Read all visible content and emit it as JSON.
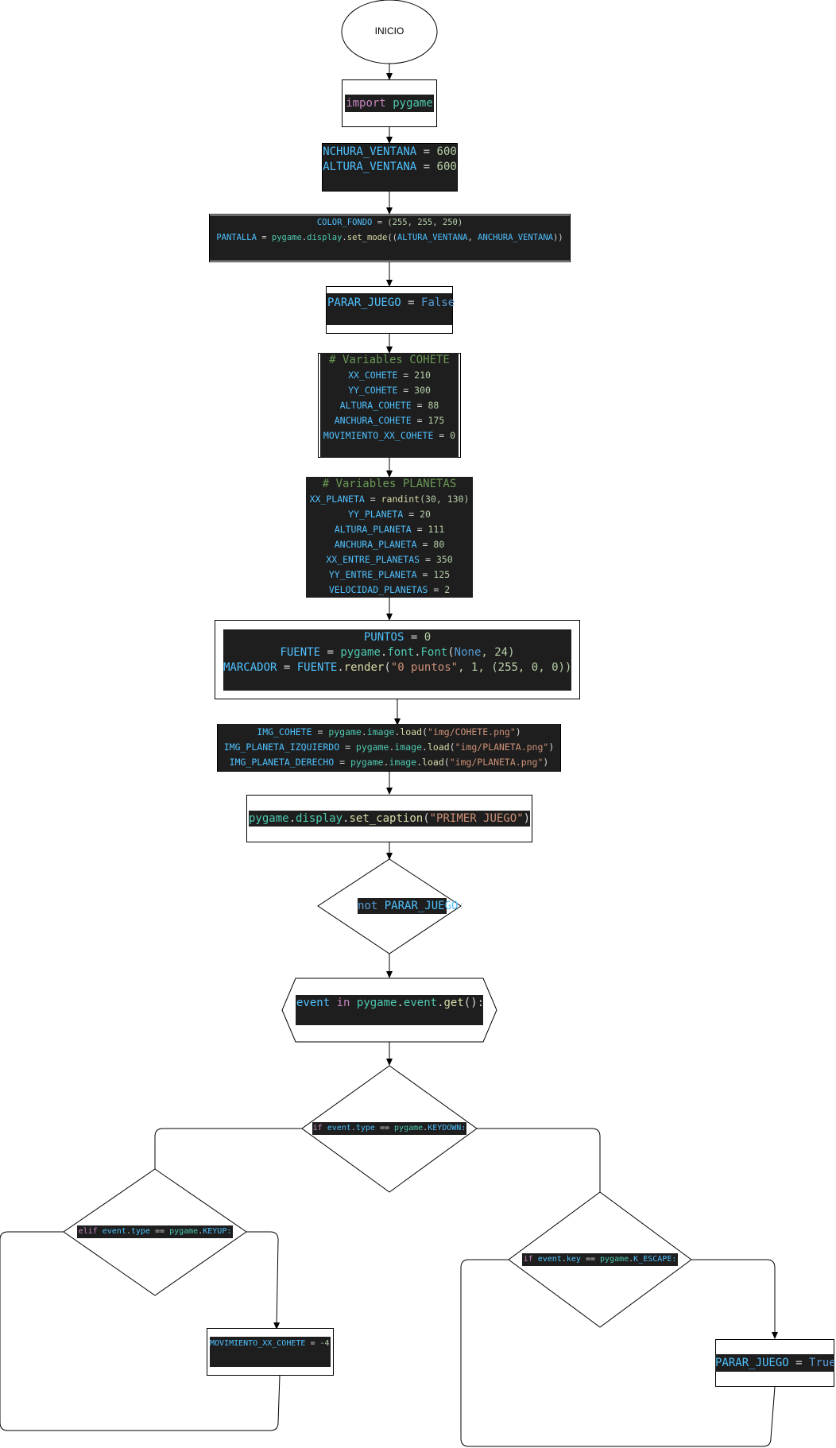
{
  "diagram": {
    "start": "INICIO",
    "import": {
      "keyword": "import",
      "module": "pygame"
    },
    "window": [
      {
        "var": "NCHURA_VENTANA",
        "op": "=",
        "val": "600"
      },
      {
        "var": "ALTURA_VENTANA",
        "op": "=",
        "val": "600"
      }
    ],
    "screen": {
      "l1_var": "COLOR_FONDO",
      "l1_op": " = ",
      "l1_val": "(255, 255, 250)",
      "l2_var": "PANTALLA",
      "l2_op": " = ",
      "l2_mod": "pygame",
      "l2_d1": ".",
      "l2_sub": "display",
      "l2_d2": ".",
      "l2_fn": "set_mode",
      "l2_po": "((",
      "l2_a1": "ALTURA_VENTANA",
      "l2_comma": ", ",
      "l2_a2": "ANCHURA_VENTANA",
      "l2_pc": "))"
    },
    "stop": {
      "var": "PARAR_JUEGO",
      "op": " = ",
      "val": "False"
    },
    "rocket": {
      "comment": "# Variables COHETE",
      "vars": [
        {
          "var": "XX_COHETE",
          "op": " = ",
          "val": "210"
        },
        {
          "var": "YY_COHETE",
          "op": " = ",
          "val": "300"
        },
        {
          "var": "ALTURA_COHETE",
          "op": " = ",
          "val": "88"
        },
        {
          "var": "ANCHURA_COHETE",
          "op": " = ",
          "val": "175"
        },
        {
          "var": "MOVIMIENTO_XX_COHETE",
          "op": " = ",
          "val": "0"
        }
      ]
    },
    "planets": {
      "comment": "# Variables PLANETAS",
      "l1_var": "XX_PLANETA",
      "l1_op": " = ",
      "l1_fn": "randint",
      "l1_args": "(30, 130)",
      "vars": [
        {
          "var": "YY_PLANETA",
          "op": " = ",
          "val": "20"
        },
        {
          "var": "ALTURA_PLANETA",
          "op": " = ",
          "val": "111"
        },
        {
          "var": "ANCHURA_PLANETA",
          "op": " = ",
          "val": "80"
        },
        {
          "var": "XX_ENTRE_PLANETAS",
          "op": " = ",
          "val": "350"
        },
        {
          "var": "YY_ENTRE_PLANETA",
          "op": " = ",
          "val": "125"
        },
        {
          "var": "VELOCIDAD_PLANETAS",
          "op": " = ",
          "val": "2"
        }
      ]
    },
    "score": {
      "l1_var": "PUNTOS",
      "l1_op": " = ",
      "l1_val": "0",
      "l2_var": "FUENTE",
      "l2_op": " = ",
      "l2_mod": "pygame",
      "l2_d1": ".",
      "l2_sub": "font",
      "l2_d2": ".",
      "l2_fn": "Font",
      "l2_po": "(",
      "l2_none": "None",
      "l2_rest": ", 24)",
      "l3_var": "MARCADOR",
      "l3_op": " = ",
      "l3_obj": "FUENTE",
      "l3_d": ".",
      "l3_fn": "render",
      "l3_po": "(",
      "l3_str": "\"0 puntos\"",
      "l3_rest": ", 1, (255, 0, 0))"
    },
    "images": [
      {
        "var": "IMG_COHETE",
        "op": " = ",
        "mod": "pygame",
        "d1": ".",
        "sub": "image",
        "d2": ".",
        "fn": "load",
        "po": "(",
        "str": "\"img/COHETE.png\"",
        "pc": ")"
      },
      {
        "var": "IMG_PLANETA_IZQUIERDO",
        "op": " = ",
        "mod": "pygame",
        "d1": ".",
        "sub": "image",
        "d2": ".",
        "fn": "load",
        "po": "(",
        "str": "\"img/PLANETA.png\"",
        "pc": ")"
      },
      {
        "var": "IMG_PLANETA_DERECHO",
        "op": " = ",
        "mod": "pygame",
        "d1": ".",
        "sub": "image",
        "d2": ".",
        "fn": "load",
        "po": "(",
        "str": "\"img/PLANETA.png\"",
        "pc": ")"
      }
    ],
    "caption": {
      "mod": "pygame",
      "d1": ".",
      "sub": "display",
      "d2": ".",
      "fn": "set_caption",
      "po": "(",
      "str": "\"PRIMER JUEGO\"",
      "pc": ")"
    },
    "loop_cond": {
      "kw": "not",
      "sp": " ",
      "var": "PARAR_JUEGO",
      "colon": ":"
    },
    "for_events": {
      "var": "event",
      "sp1": " ",
      "kw": "in",
      "sp2": " ",
      "mod": "pygame",
      "d1": ".",
      "sub": "event",
      "d2": ".",
      "fn": "get",
      "rest": "():"
    },
    "keydown": {
      "kw": "if",
      "sp": " ",
      "obj": "event",
      "d": ".",
      "attr": "type",
      "op": " == ",
      "mod": "pygame",
      "d2": ".",
      "const": "KEYDOWN:"
    },
    "keyup": {
      "kw": "elif",
      "sp": " ",
      "obj": "event",
      "d": ".",
      "attr": "type",
      "op": " == ",
      "mod": "pygame",
      "d2": ".",
      "const": "KEYUP:"
    },
    "escape": {
      "kw": "if",
      "sp": " ",
      "obj": "event",
      "d": ".",
      "attr": "key",
      "op": " == ",
      "mod": "pygame",
      "d2": ".",
      "const": "K_ESCAPE:"
    },
    "move": {
      "var": "MOVIMIENTO_XX_COHETE",
      "op": " = ",
      "val": "-4"
    },
    "stop_true": {
      "var": "PARAR_JUEGO",
      "op": " = ",
      "val": "True"
    }
  },
  "colors": {
    "code_bg": "#1e1e1e",
    "variable": "#4fc1ff",
    "number": "#b5cea8",
    "keyword": "#c586c0",
    "comment": "#6a9955",
    "module": "#4ec9b0",
    "function": "#dcdcaa",
    "string": "#ce9178",
    "constant": "#569cd6"
  }
}
